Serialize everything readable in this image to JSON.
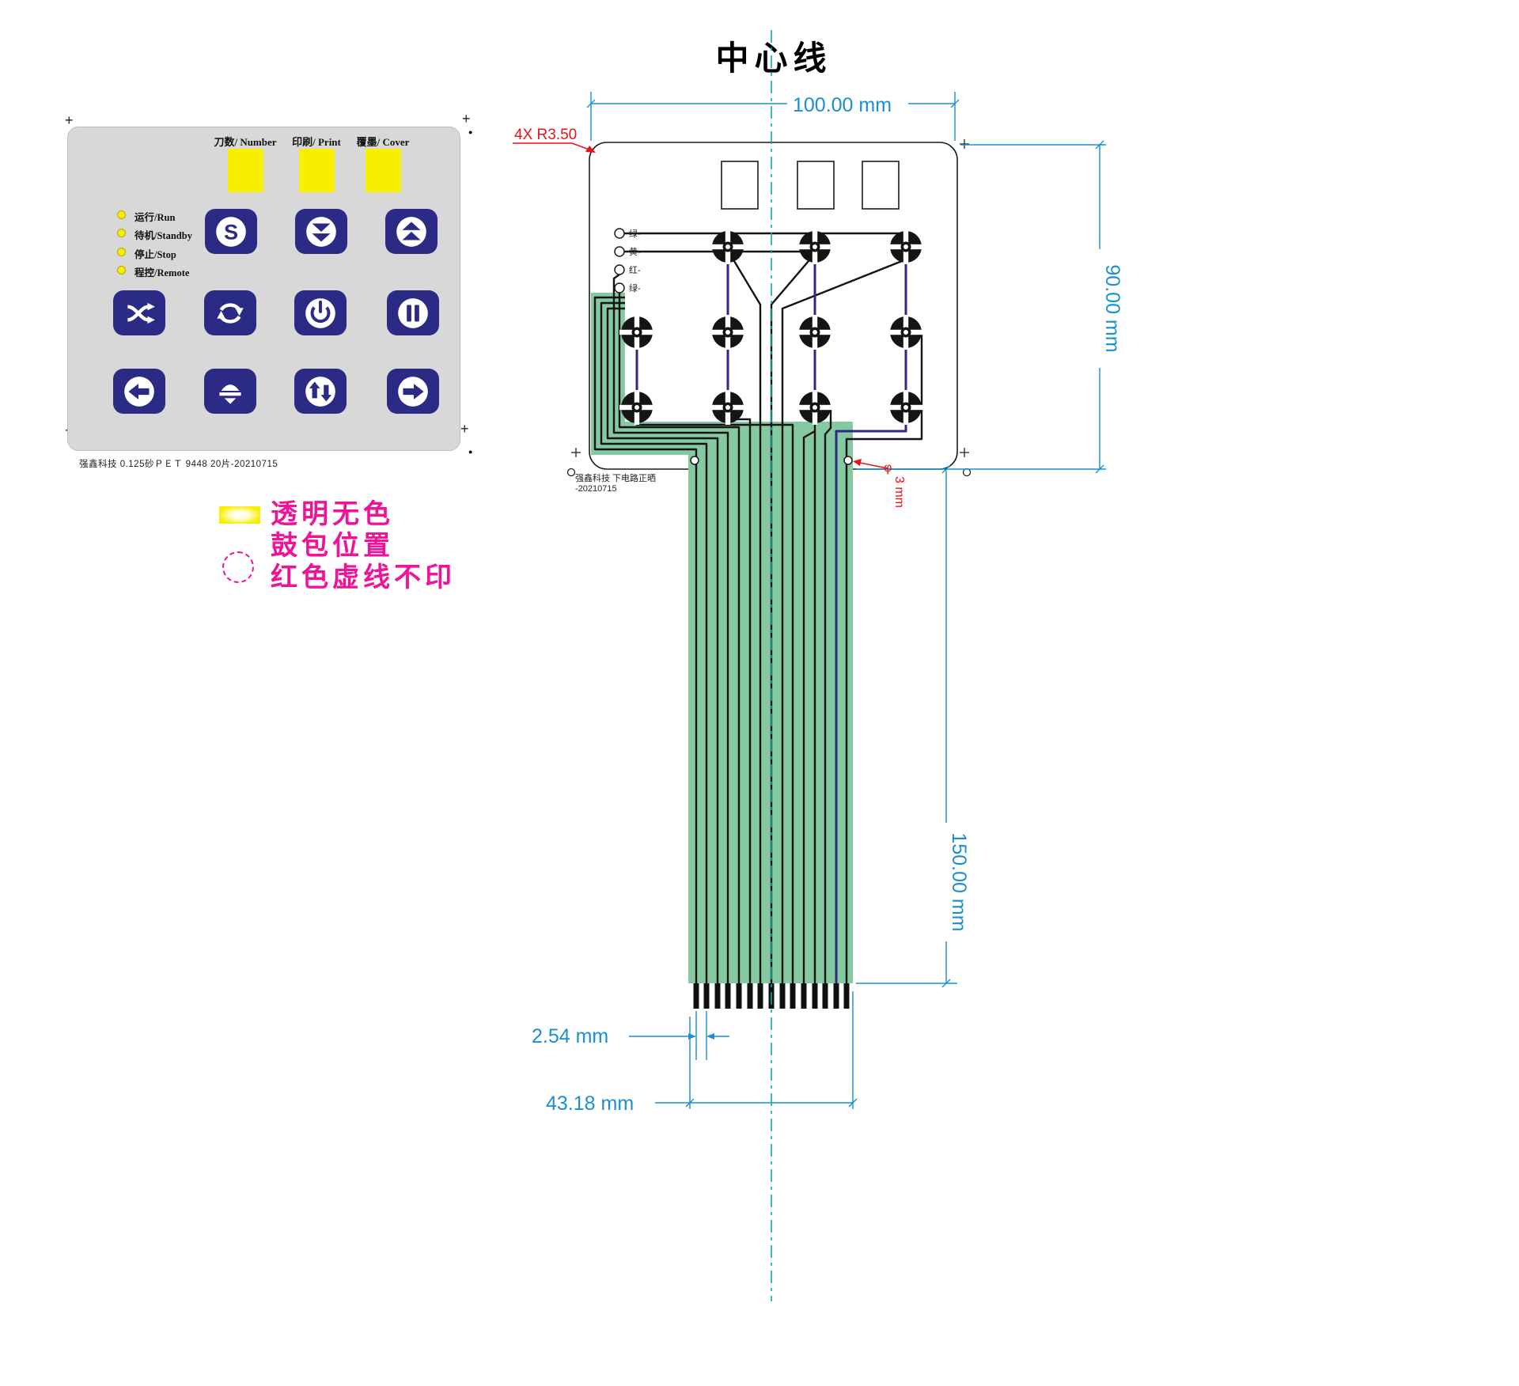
{
  "marks": {
    "plus": "+",
    "dot": "●"
  },
  "panel": {
    "windows": [
      {
        "label": "刀数/ Number"
      },
      {
        "label": "印刷/ Print"
      },
      {
        "label": "覆墨/ Cover"
      }
    ],
    "leds": [
      "运行/Run",
      "待机/Standby",
      "停止/Stop",
      "程控/Remote"
    ],
    "s_glyph": "S",
    "footer": "强鑫科技  0.125砂ＰＥＴ  9448  20片-20210715"
  },
  "legend": {
    "line1": "透明无色",
    "line2": "鼓包位置",
    "line3": "红色虚线不印"
  },
  "drawing": {
    "title": "中心线",
    "corner_note": "4X R3.50",
    "wire_labels": [
      "绿-",
      "黄-",
      "红-",
      "绿-"
    ],
    "note1": "强鑫科技  下电路正晒",
    "note2": "-20210715",
    "dims": {
      "width": "100.00 mm",
      "height": "90.00 mm",
      "tail": "150.00 mm",
      "pitch": "2.54 mm",
      "connector": "43.18 mm",
      "hole": "3 mm",
      "hole_symbol": "φ"
    }
  },
  "colors": {
    "gray": "#d8d8d8",
    "yellow": "#f7ee00",
    "navy": "#2b2a84",
    "magenta": "#ee1398",
    "blue": "#1b8fd1",
    "red": "#e8121a",
    "green": "#85c9a0",
    "teal": "#17a79f",
    "ink": "#141414"
  }
}
